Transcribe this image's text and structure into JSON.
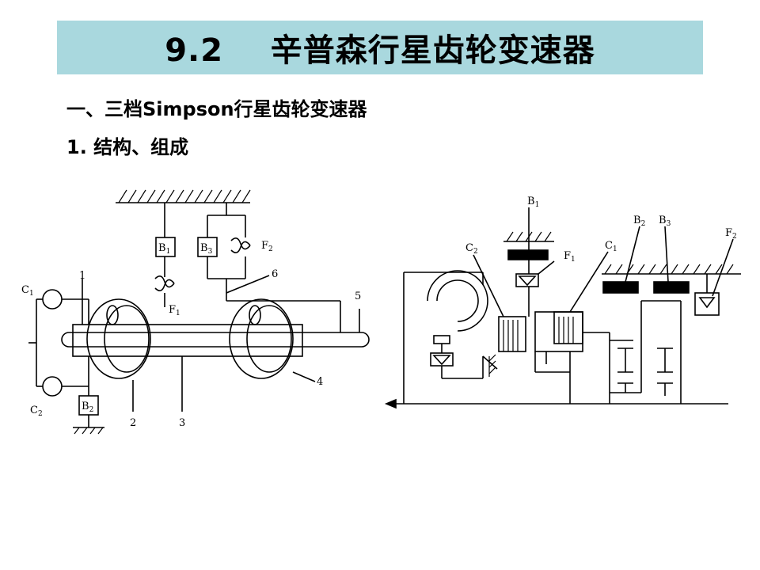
{
  "slide": {
    "title": "9.2    辛普森行星齿轮变速器",
    "heading1": "一、三档Simpson行星齿轮变速器",
    "heading2": "1. 结构、组成",
    "title_bar_color": "#a9d8de"
  },
  "left_diagram": {
    "labels": {
      "c1": "C",
      "c1_sub": "1",
      "c2": "C",
      "c2_sub": "2",
      "b1": "B",
      "b1_sub": "1",
      "b2": "B",
      "b2_sub": "2",
      "b3": "B",
      "b3_sub": "3",
      "f1": "F",
      "f1_sub": "1",
      "f2": "F",
      "f2_sub": "2",
      "n1": "1",
      "n2": "2",
      "n3": "3",
      "n4": "4",
      "n5": "5",
      "n6": "6"
    }
  },
  "right_diagram": {
    "labels": {
      "b1": "B",
      "b1_sub": "1",
      "b2": "B",
      "b2_sub": "2",
      "b3": "B",
      "b3_sub": "3",
      "c1": "C",
      "c1_sub": "1",
      "c2": "C",
      "c2_sub": "2",
      "f1": "F",
      "f1_sub": "1",
      "f2": "F",
      "f2_sub": "2"
    }
  }
}
